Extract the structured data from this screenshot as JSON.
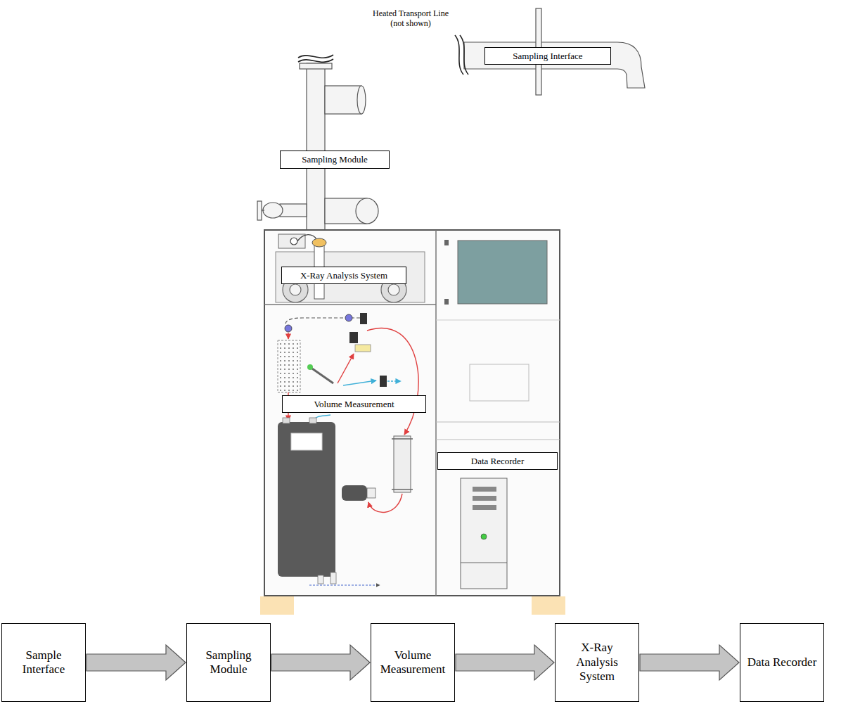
{
  "diagram": {
    "nodes": [
      {
        "text": [
          "Sampling Interface"
        ]
      },
      {
        "text": [
          "Sampling Module"
        ]
      },
      {
        "text": [
          "X-Ray Analysis System"
        ]
      },
      {
        "text": [
          "Volume Measurement"
        ]
      },
      {
        "text": [
          "Data Recorder"
        ]
      },
      {
        "text": [
          "Sample Interface"
        ]
      },
      {
        "text": [
          "Sampling Module"
        ]
      },
      {
        "text": [
          "Volume Measurement"
        ]
      },
      {
        "text": [
          "X-Ray Analysis System"
        ]
      },
      {
        "text": [
          "Data Recorder"
        ]
      }
    ],
    "edges": [
      {
        "from": 5,
        "to": 6,
        "arrow": "to"
      },
      {
        "from": 6,
        "to": 7,
        "arrow": "to"
      },
      {
        "from": 7,
        "to": 8,
        "arrow": "to"
      },
      {
        "from": 8,
        "to": 9,
        "arrow": "to"
      }
    ],
    "labels": [
      "Heated Transport Line (not shown)"
    ]
  }
}
